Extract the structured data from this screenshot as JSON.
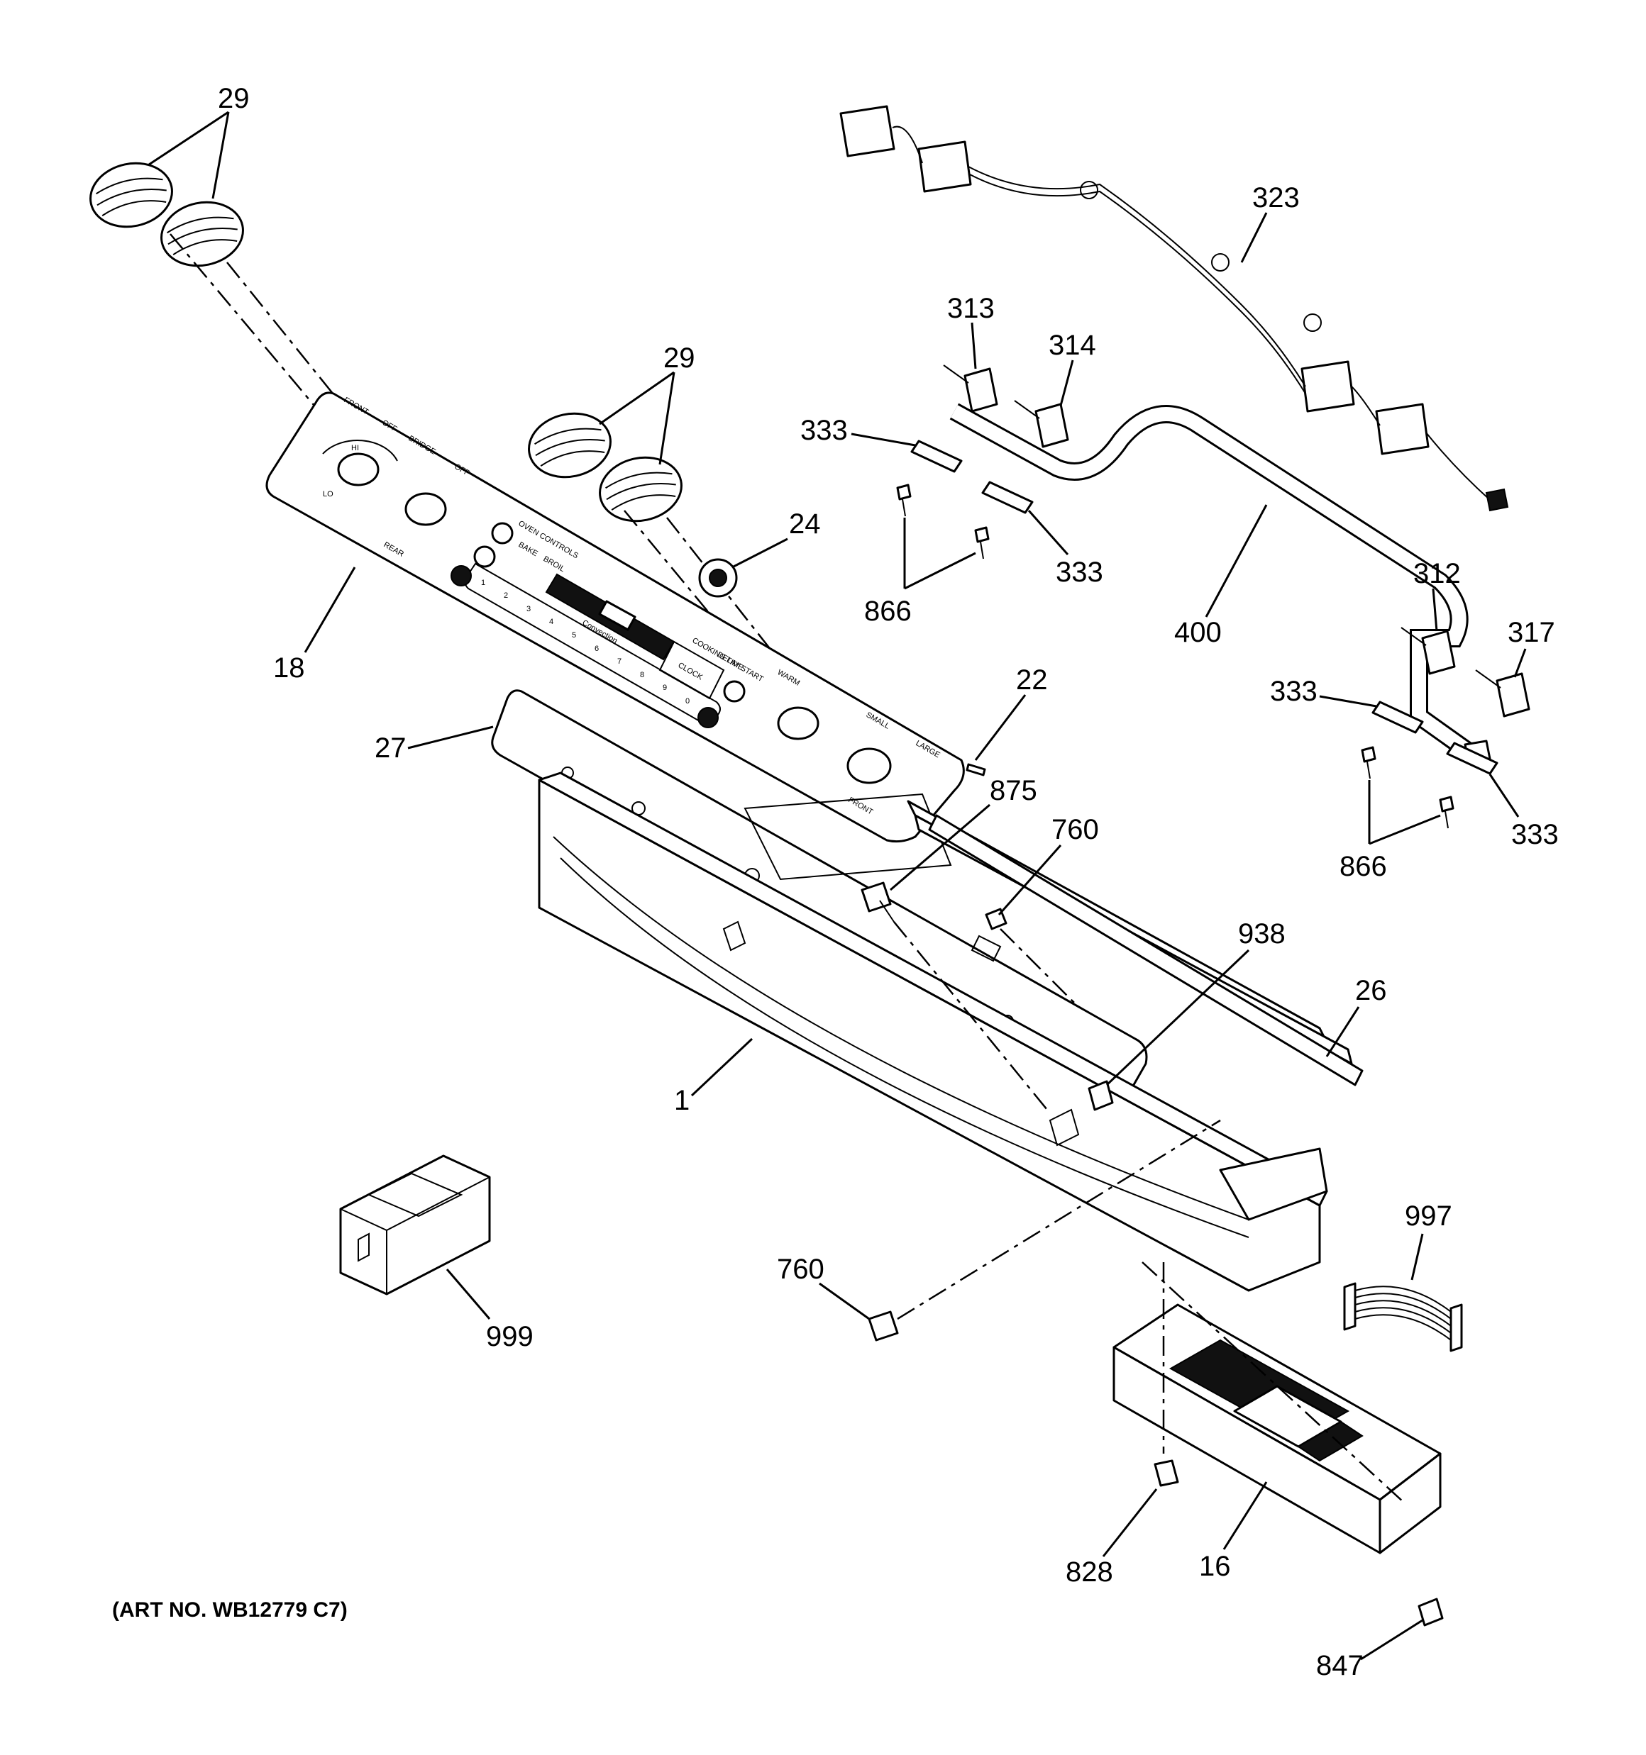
{
  "art_number": "(ART NO. WB12779 C7)",
  "callouts": {
    "c29a": "29",
    "c29b": "29",
    "c24": "24",
    "c18": "18",
    "c27": "27",
    "c22": "22",
    "c875": "875",
    "c760a": "760",
    "c938": "938",
    "c26": "26",
    "c1": "1",
    "c999": "999",
    "c760b": "760",
    "c997": "997",
    "c828": "828",
    "c16": "16",
    "c847": "847",
    "c323": "323",
    "c313": "313",
    "c314": "314",
    "c333a": "333",
    "c333b": "333",
    "c866a": "866",
    "c400": "400",
    "c312": "312",
    "c317": "317",
    "c333c": "333",
    "c333d": "333",
    "c866b": "866"
  },
  "panel_text": {
    "front_left": "FRONT",
    "off_1": "OFF",
    "bridge": "BRIDGE",
    "off_2": "OFF",
    "rear": "REAR",
    "oven_controls": "OVEN CONTROLS",
    "bake": "BAKE",
    "broil": "BROIL",
    "convection": "Convection",
    "cooking_time": "COOKING TIME",
    "delay_start": "DELAY START",
    "clock": "CLOCK",
    "warm": "WARM",
    "small": "SMALL",
    "large": "LARGE",
    "front_right": "FRONT",
    "keypad": [
      "1",
      "2",
      "3",
      "4",
      "5",
      "6",
      "7",
      "8",
      "9",
      "0"
    ],
    "hi": "HI",
    "lo": "LO"
  }
}
